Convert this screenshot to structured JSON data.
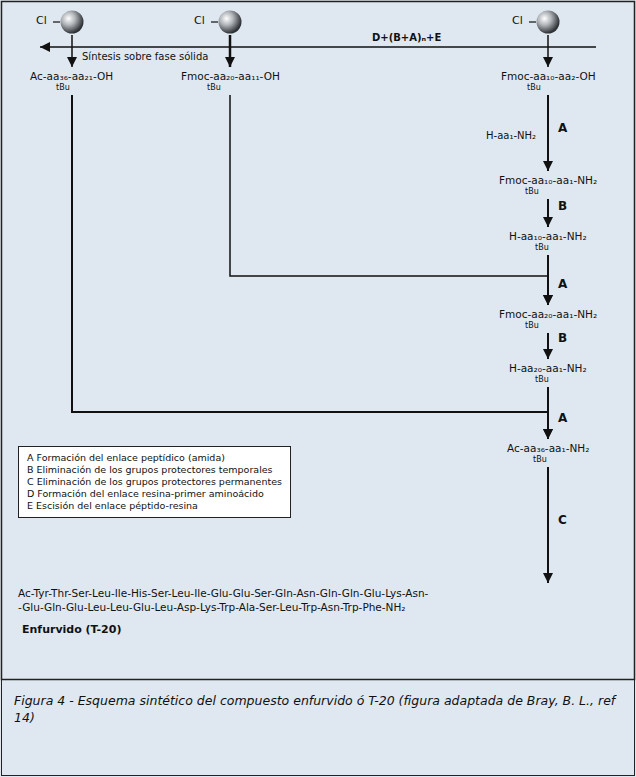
{
  "diagram": {
    "caption": "Figura 4 - Esquema sintético del compuesto enfurvido ó T-20 (figura adaptada de Bray, B. L., ref 14)",
    "nodes": [
      {
        "text": [
          "Cl"
        ]
      },
      {
        "text": [
          "Cl"
        ]
      },
      {
        "text": [
          "Cl"
        ]
      },
      {
        "text": [
          "Ac-aa₃₆-aa₂₁-OH",
          "tBu"
        ]
      },
      {
        "text": [
          "Fmoc-aa₂₀-aa₁₁-OH",
          "tBu"
        ]
      },
      {
        "text": [
          "Fmoc-aa₁₀-aa₂-OH",
          "tBu"
        ]
      },
      {
        "text": [
          "Fmoc-aa₁₀-aa₁-NH₂",
          "tBu"
        ]
      },
      {
        "text": [
          "H-aa₁₀-aa₁-NH₂",
          "tBu"
        ]
      },
      {
        "text": [
          "Fmoc-aa₂₀-aa₁-NH₂",
          "tBu"
        ]
      },
      {
        "text": [
          "H-aa₂₀-aa₁-NH₂",
          "tBu"
        ]
      },
      {
        "text": [
          "Ac-aa₃₆-aa₁-NH₂",
          "tBu"
        ]
      },
      {
        "text": [
          "A Formación del enlace peptídico (amida)",
          "B Eliminación de los grupos protectores temporales",
          "C Eliminación de los grupos protectores permanentes",
          "D Formación del enlace resina-primer aminoácido",
          "E Escisión del enlace péptido-resina"
        ]
      },
      {
        "text": [
          "Ac-Tyr-Thr-Ser-Leu-Ile-His-Ser-Leu-Ile-Glu-Glu-Ser-Gln-Asn-Gln-Gln-Glu-Lys-Asn- -Glu-Gln-Glu-Leu-Leu-Glu-Leu-Asp-Lys-Trp-Ala-Ser-Leu-Trp-Asn-Trp-Phe-NH₂"
        ]
      }
    ],
    "edges": [
      {
        "from": 0,
        "to": 3,
        "arrow": "to"
      },
      {
        "from": 1,
        "to": 4,
        "arrow": "to"
      },
      {
        "from": 2,
        "to": 5,
        "arrow": "to"
      },
      {
        "from": 5,
        "to": 6,
        "arrow": "to",
        "label": "A"
      },
      {
        "from": 6,
        "to": 7,
        "arrow": "to",
        "label": "B"
      },
      {
        "from": 7,
        "to": 8,
        "arrow": "to",
        "label": "A"
      },
      {
        "from": 4,
        "to": 8,
        "arrow": "to"
      },
      {
        "from": 8,
        "to": 9,
        "arrow": "to",
        "label": "B"
      },
      {
        "from": 9,
        "to": 10,
        "arrow": "to",
        "label": "A"
      },
      {
        "from": 3,
        "to": 10,
        "arrow": "to"
      },
      {
        "from": 10,
        "to": 12,
        "arrow": "to",
        "label": "C"
      }
    ],
    "labels": [
      "Síntesis sobre fase sólida",
      "D+(B+A)ₙ+E",
      "H-aa₁-NH₂",
      "Enfurvido (T-20)"
    ]
  }
}
